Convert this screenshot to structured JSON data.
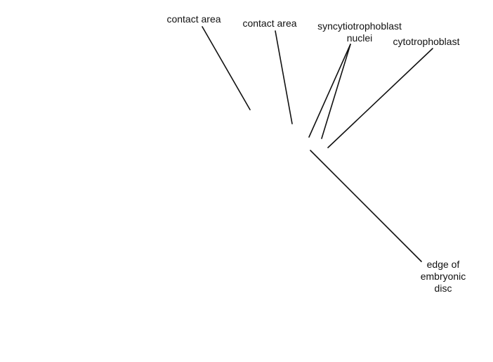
{
  "labels": {
    "contact_area_1": "contact area",
    "contact_area_2": "contact area",
    "syncytiotrophoblast_line1": "syncytiotrophoblast",
    "syncytiotrophoblast_line2": "nuclei",
    "cytotrophoblast": "cytotrophoblast",
    "edge_line1": "edge of",
    "edge_line2": "embryonic",
    "edge_line3": "disc"
  },
  "colors": {
    "background": "#ffffff",
    "line": "#111111",
    "text": "#111111"
  }
}
